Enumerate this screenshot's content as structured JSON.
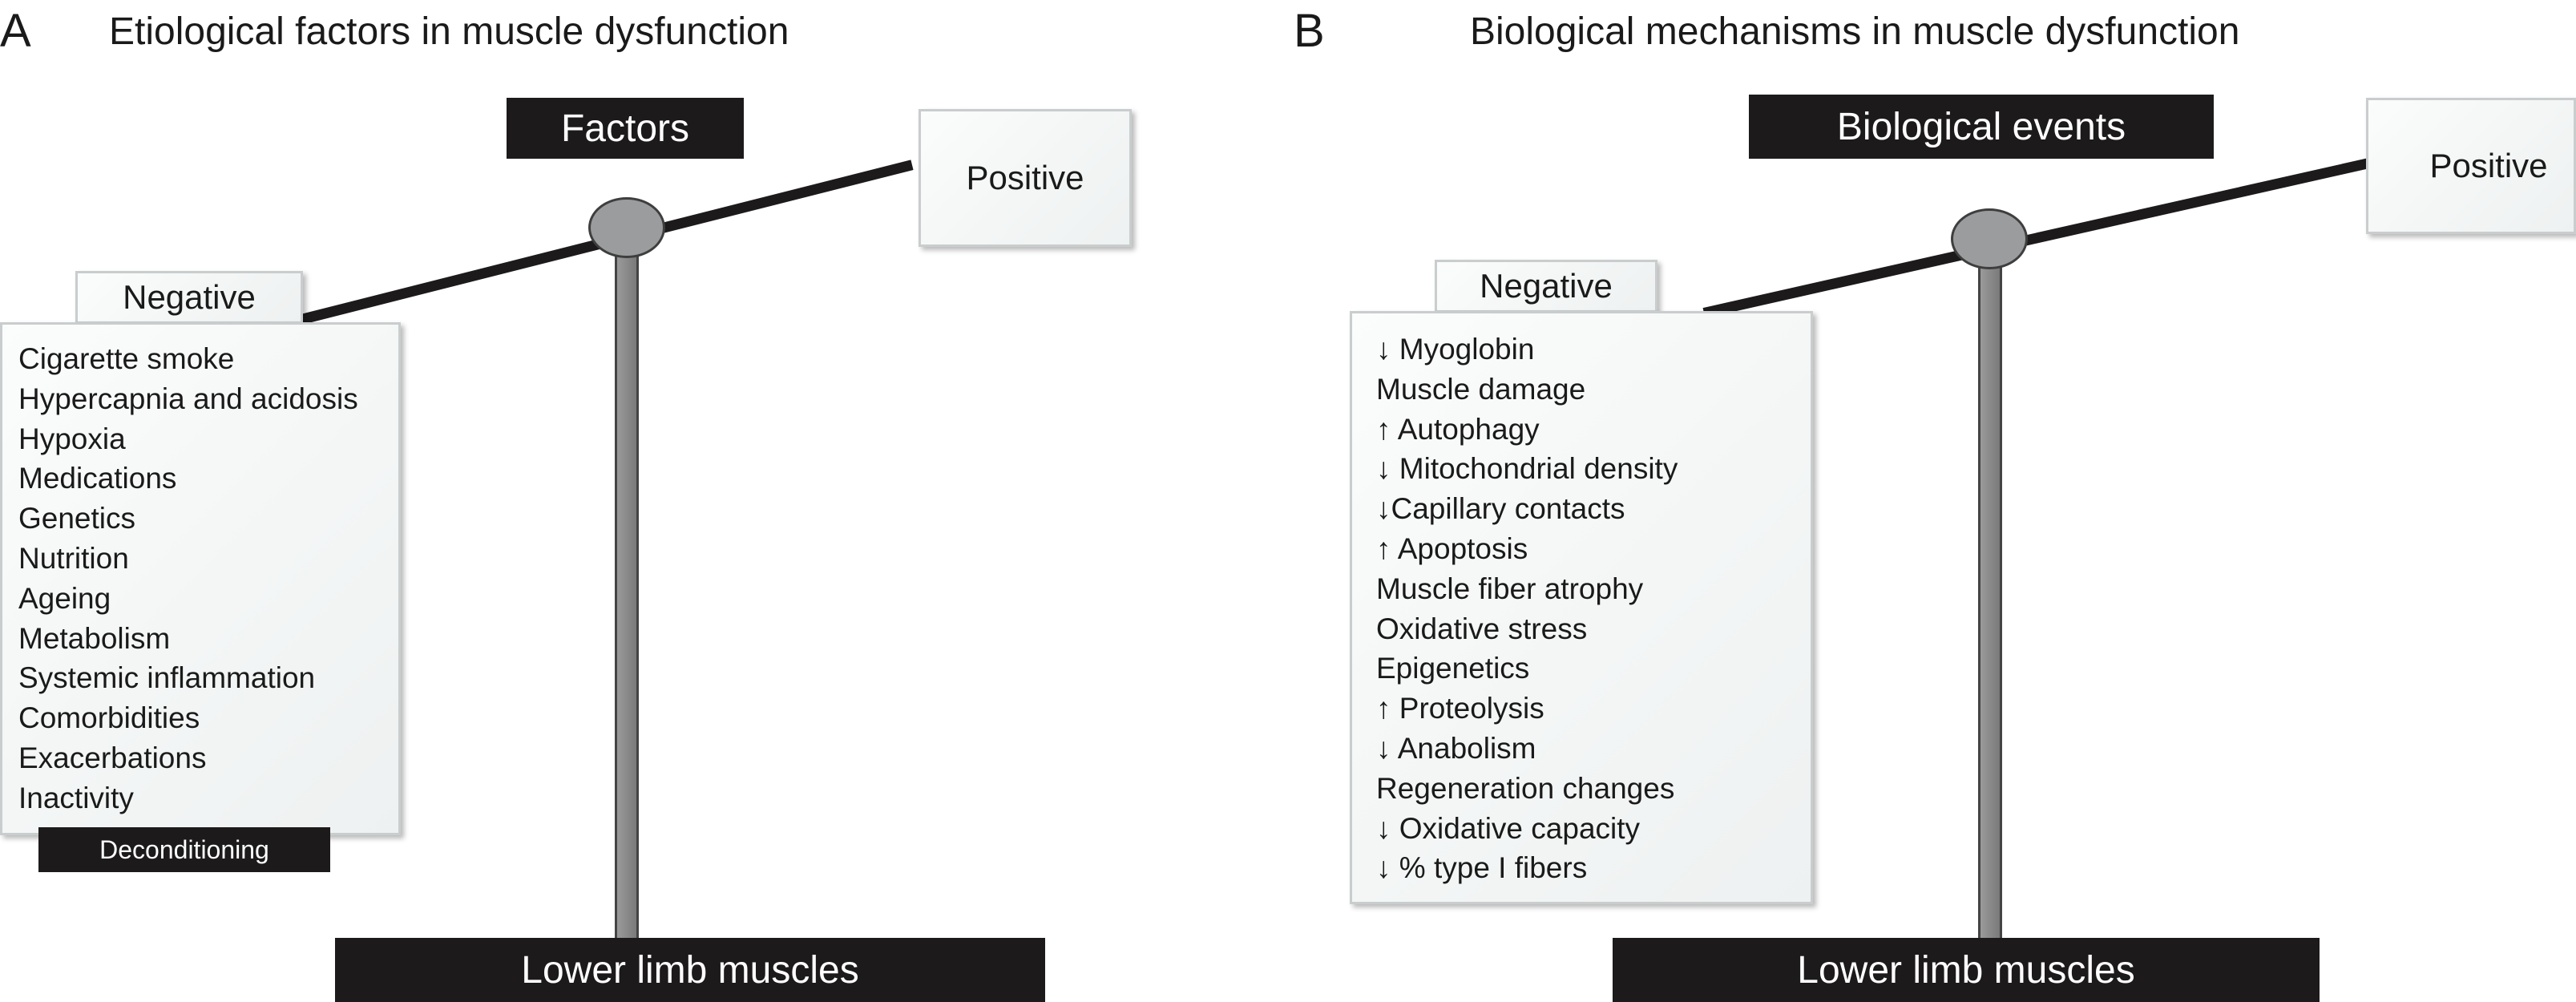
{
  "panel_a": {
    "letter": "A",
    "title": "Etiological factors in muscle dysfunction",
    "header_label": "Factors",
    "positive_label": "Positive",
    "negative_label": "Negative",
    "negative_items": [
      "Cigarette smoke",
      "Hypercapnia and acidosis",
      "Hypoxia",
      "Medications",
      "Genetics",
      "Nutrition",
      "Ageing",
      "Metabolism",
      "Systemic inflammation",
      "Comorbidities",
      "Exacerbations",
      "Inactivity"
    ],
    "tag_label": "Deconditioning",
    "base_label": "Lower limb muscles"
  },
  "panel_b": {
    "letter": "B",
    "title": "Biological mechanisms in muscle dysfunction",
    "header_label": "Biological events",
    "positive_label": "Positive",
    "negative_label": "Negative",
    "negative_items": [
      "↓ Myoglobin",
      "Muscle damage",
      "↑ Autophagy",
      "↓ Mitochondrial density",
      "↓Capillary contacts",
      "↑ Apoptosis",
      "Muscle fiber atrophy",
      "Oxidative stress",
      "Epigenetics",
      "↑ Proteolysis",
      "↓ Anabolism",
      "Regeneration changes",
      "↓ Oxidative capacity",
      "↓ % type I fibers"
    ],
    "base_label": "Lower limb muscles"
  }
}
